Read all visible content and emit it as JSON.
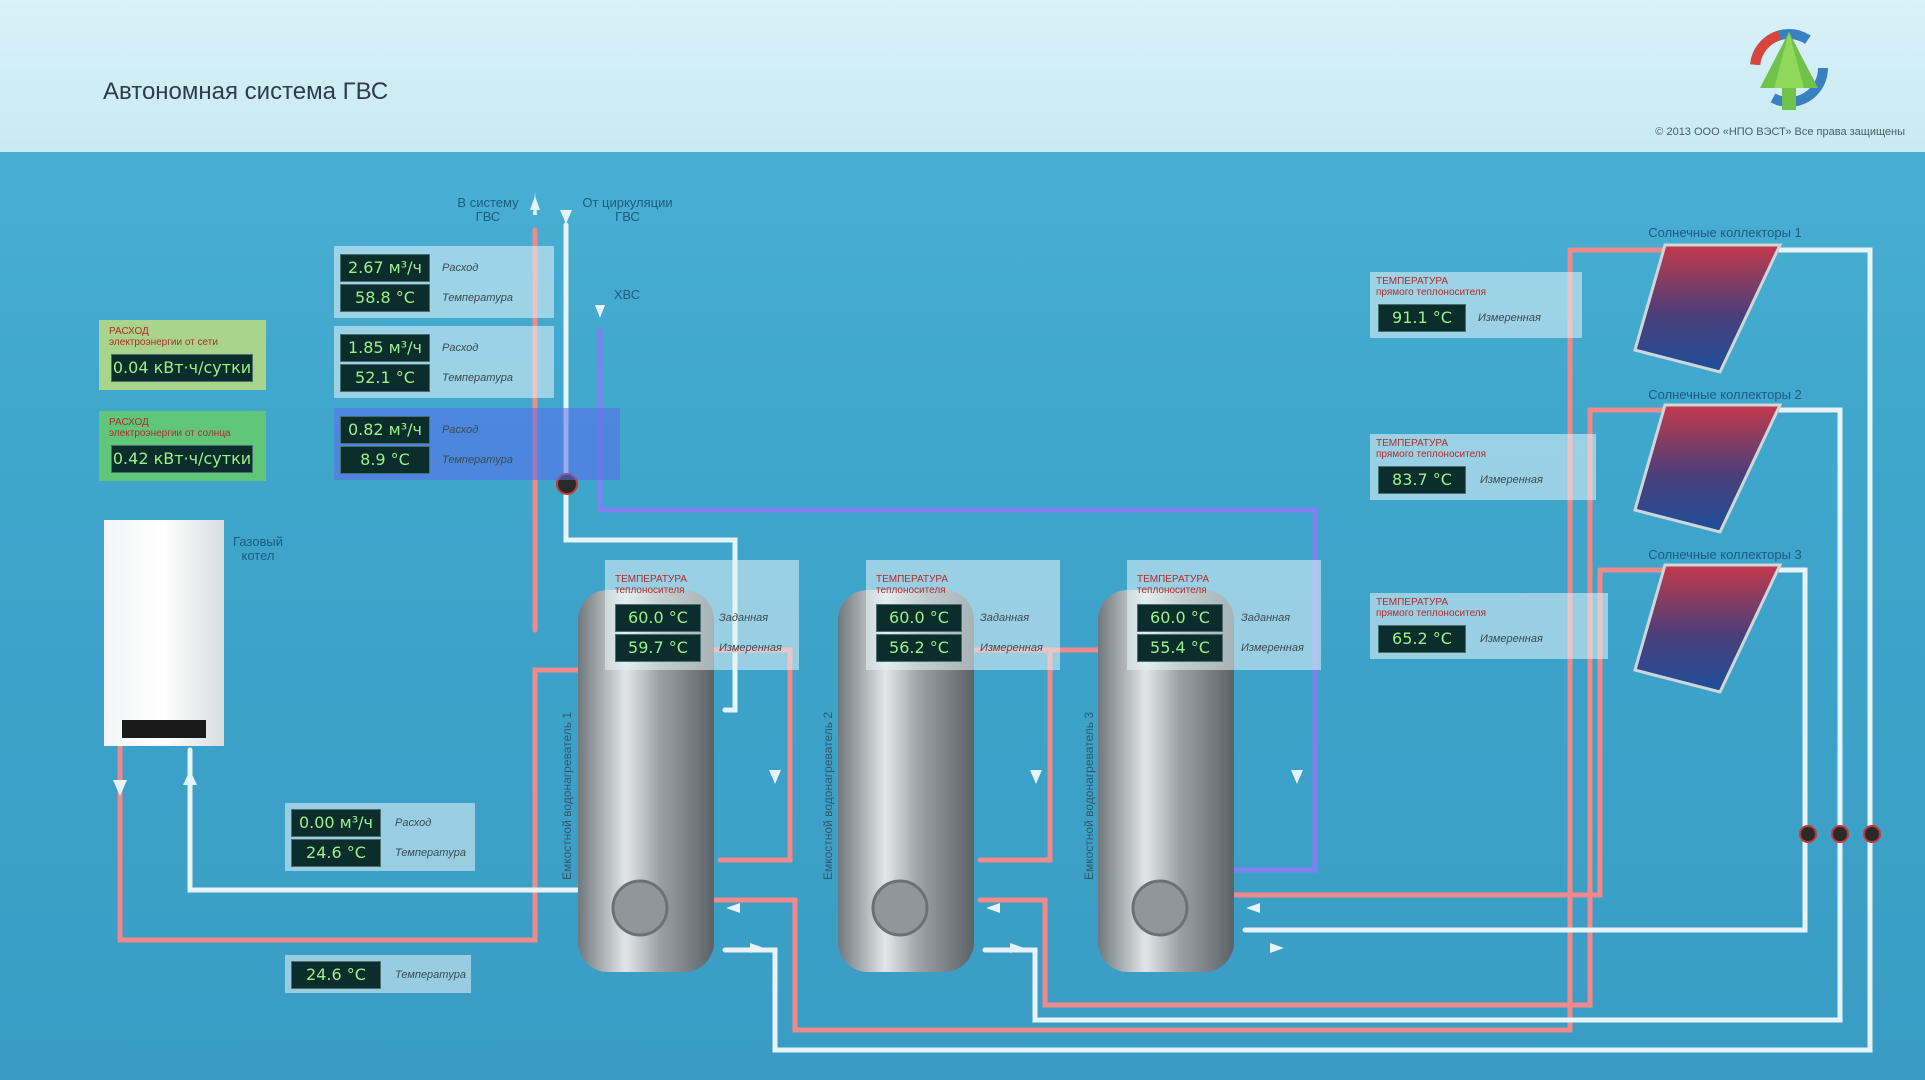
{
  "header": {
    "title": "Автономная система ГВС",
    "copyright": "© 2013 ООО «НПО ВЭСТ» Все права защищены"
  },
  "pipe_labels": {
    "to_system": "В систему\nГВС",
    "from_circ": "От циркуляции\nГВС",
    "hvs": "ХВС",
    "boiler": "Газовый\nкотел"
  },
  "energy": [
    {
      "caption1": "РАСХОД",
      "caption2": "электроэнергии от сети",
      "value": "0.04 кВт·ч/сутки",
      "bg": "#a8d48c"
    },
    {
      "caption1": "РАСХОД",
      "caption2": "электроэнергии от солнца",
      "value": "0.42 кВт·ч/сутки",
      "bg": "#5fc67a"
    }
  ],
  "flow_panels": [
    {
      "flow": "2.67 м³/ч",
      "temp": "58.8 °C",
      "flow_label": "Расход",
      "temp_label": "Температура"
    },
    {
      "flow": "1.85 м³/ч",
      "temp": "52.1 °C",
      "flow_label": "Расход",
      "temp_label": "Температура"
    },
    {
      "flow": "0.82 м³/ч",
      "temp": "8.9 °C",
      "flow_label": "Расход",
      "temp_label": "Температура"
    }
  ],
  "boiler_panel": {
    "flow": "0.00 м³/ч",
    "temp": "24.6 °C",
    "flow_label": "Расход",
    "temp_label": "Температура"
  },
  "boiler_return": {
    "temp": "24.6 °C",
    "temp_label": "Температура"
  },
  "tanks": [
    {
      "cap1": "ТЕМПЕРАТУРА",
      "cap2": "теплоносителя",
      "set": "60.0 °C",
      "meas": "59.7 °C",
      "set_label": "Заданная",
      "meas_label": "Измеренная",
      "name": "Емкостной водонагреватель 1"
    },
    {
      "cap1": "ТЕМПЕРАТУРА",
      "cap2": "теплоносителя",
      "set": "60.0 °C",
      "meas": "56.2 °C",
      "set_label": "Заданная",
      "meas_label": "Измеренная",
      "name": "Емкостной водонагреватель 2"
    },
    {
      "cap1": "ТЕМПЕРАТУРА",
      "cap2": "теплоносителя",
      "set": "60.0 °C",
      "meas": "55.4 °C",
      "set_label": "Заданная",
      "meas_label": "Измеренная",
      "name": "Емкостной водонагреватель 3"
    }
  ],
  "solar": [
    {
      "title": "Солнечные коллекторы 1",
      "cap1": "ТЕМПЕРАТУРА",
      "cap2": "прямого теплоносителя",
      "value": "91.1 °C",
      "label": "Измеренная"
    },
    {
      "title": "Солнечные коллекторы 2",
      "cap1": "ТЕМПЕРАТУРА",
      "cap2": "прямого теплоносителя",
      "value": "83.7 °C",
      "label": "Измеренная"
    },
    {
      "title": "Солнечные коллекторы 3",
      "cap1": "ТЕМПЕРАТУРА",
      "cap2": "прямого теплоносителя",
      "value": "65.2 °C",
      "label": "Измеренная"
    }
  ],
  "colors": {
    "hot": "#f08a8a",
    "cold": "#e8f4f8",
    "blue": "#7c7cf0"
  }
}
